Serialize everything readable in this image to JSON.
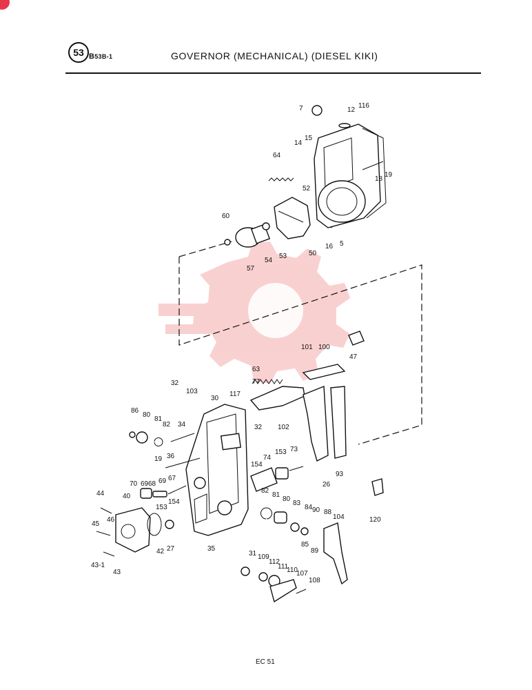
{
  "header": {
    "section_number": "53",
    "section_ref": "B",
    "section_sub": "53B-1",
    "title": "GOVERNOR (MECHANICAL) (DIESEL KIKI)"
  },
  "footer": {
    "page_label": "EC 51"
  },
  "colors": {
    "ink": "#111111",
    "watermark": "#f07a7a",
    "corner_badge": "#e8374a"
  },
  "callouts": [
    "7",
    "12",
    "116",
    "14",
    "15",
    "64",
    "18",
    "19",
    "52",
    "60",
    "57",
    "54",
    "53",
    "50",
    "16",
    "5",
    "101",
    "100",
    "47",
    "63",
    "77",
    "32",
    "103",
    "30",
    "117",
    "86",
    "80",
    "81",
    "82",
    "34",
    "32",
    "102",
    "153",
    "73",
    "154",
    "74",
    "19",
    "36",
    "70",
    "69",
    "68",
    "69",
    "67",
    "154",
    "26",
    "93",
    "44",
    "40",
    "153",
    "46",
    "45",
    "42",
    "27",
    "35",
    "82",
    "81",
    "80",
    "83",
    "84",
    "90",
    "88",
    "104",
    "85",
    "89",
    "120",
    "43-1",
    "43",
    "31",
    "109",
    "112",
    "111",
    "110",
    "107",
    "108"
  ]
}
